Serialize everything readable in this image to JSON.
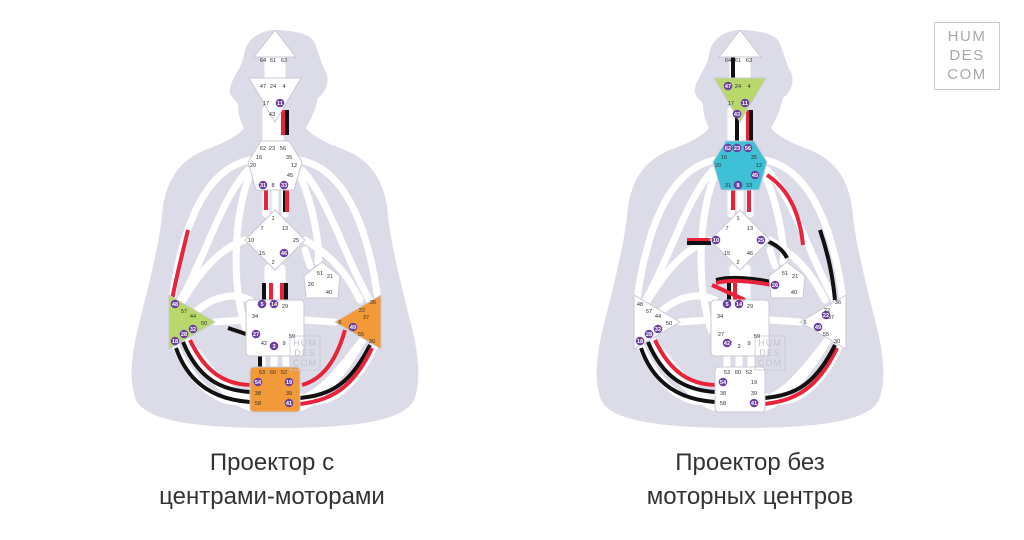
{
  "logo": {
    "line1": "HUM",
    "line2": "DES",
    "line3": "COM"
  },
  "watermark": {
    "line1": "HUM",
    "line2": "DES",
    "line3": "COM"
  },
  "colors": {
    "body": "#dcdce8",
    "channel": "#ffffff",
    "red": "#e8233a",
    "black": "#111111",
    "green": "#b8d86b",
    "orange": "#f29a3a",
    "cyan": "#3ec1d6",
    "purple": "#6b3fa0"
  },
  "charts": [
    {
      "caption": [
        "Проектор с",
        "центрами-моторами"
      ],
      "centers": {
        "head": "white",
        "ajna": "white",
        "throat": "white",
        "g": "white",
        "heart": "white",
        "spleen": "green",
        "solar": "orange",
        "sacral": "white",
        "root": "orange"
      }
    },
    {
      "caption": [
        "Проектор без",
        "моторных центров"
      ],
      "centers": {
        "head": "white",
        "ajna": "green",
        "throat": "cyan",
        "g": "white",
        "heart": "white",
        "spleen": "white",
        "solar": "white",
        "sacral": "white",
        "root": "white"
      }
    }
  ],
  "gate_numbers": {
    "head": [
      "64",
      "61",
      "63"
    ],
    "ajna": [
      "47",
      "24",
      "4",
      "17",
      "11",
      "43"
    ],
    "throat": [
      "62",
      "23",
      "56",
      "16",
      "35",
      "20",
      "12",
      "45",
      "31",
      "8",
      "33"
    ],
    "g": [
      "1",
      "7",
      "13",
      "10",
      "25",
      "15",
      "46",
      "2"
    ],
    "heart": [
      "51",
      "21",
      "26",
      "40"
    ],
    "spleen": [
      "48",
      "57",
      "44",
      "50",
      "32",
      "28",
      "18"
    ],
    "solar": [
      "36",
      "22",
      "37",
      "6",
      "49",
      "55",
      "30"
    ],
    "sacral": [
      "5",
      "14",
      "29",
      "34",
      "27",
      "59",
      "42",
      "3",
      "9"
    ],
    "root": [
      "53",
      "60",
      "52",
      "54",
      "19",
      "38",
      "39",
      "58",
      "41"
    ]
  }
}
